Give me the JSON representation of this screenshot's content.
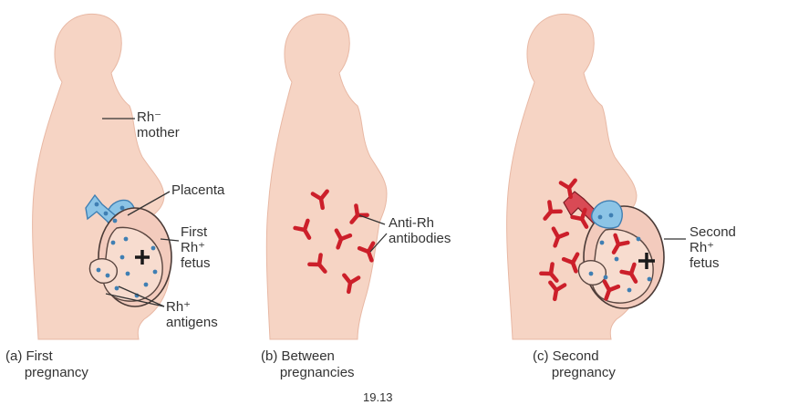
{
  "labels": {
    "rh_neg_mother": "Rh⁻\nmother",
    "placenta": "Placenta",
    "first_fetus": "First\nRh⁺\nfetus",
    "rh_pos_antigens": "Rh⁺\nantigens",
    "anti_rh_antibodies": "Anti-Rh\nantibodies",
    "second_fetus": "Second\nRh⁺\nfetus"
  },
  "captions": {
    "a": "(a) First\n     pregnancy",
    "b": "(b) Between\n     pregnancies",
    "c": "(c) Second\n     pregnancy"
  },
  "figure_number": "19.13",
  "colors": {
    "skin": "#f6d4c4",
    "skin_edge": "#e8b8a4",
    "uterus": "#f3cbbd",
    "antigen_blue": "#3f7fb3",
    "antigen_light": "#8cc4e6",
    "antibody_red": "#cc1f2a",
    "text": "#333333"
  }
}
